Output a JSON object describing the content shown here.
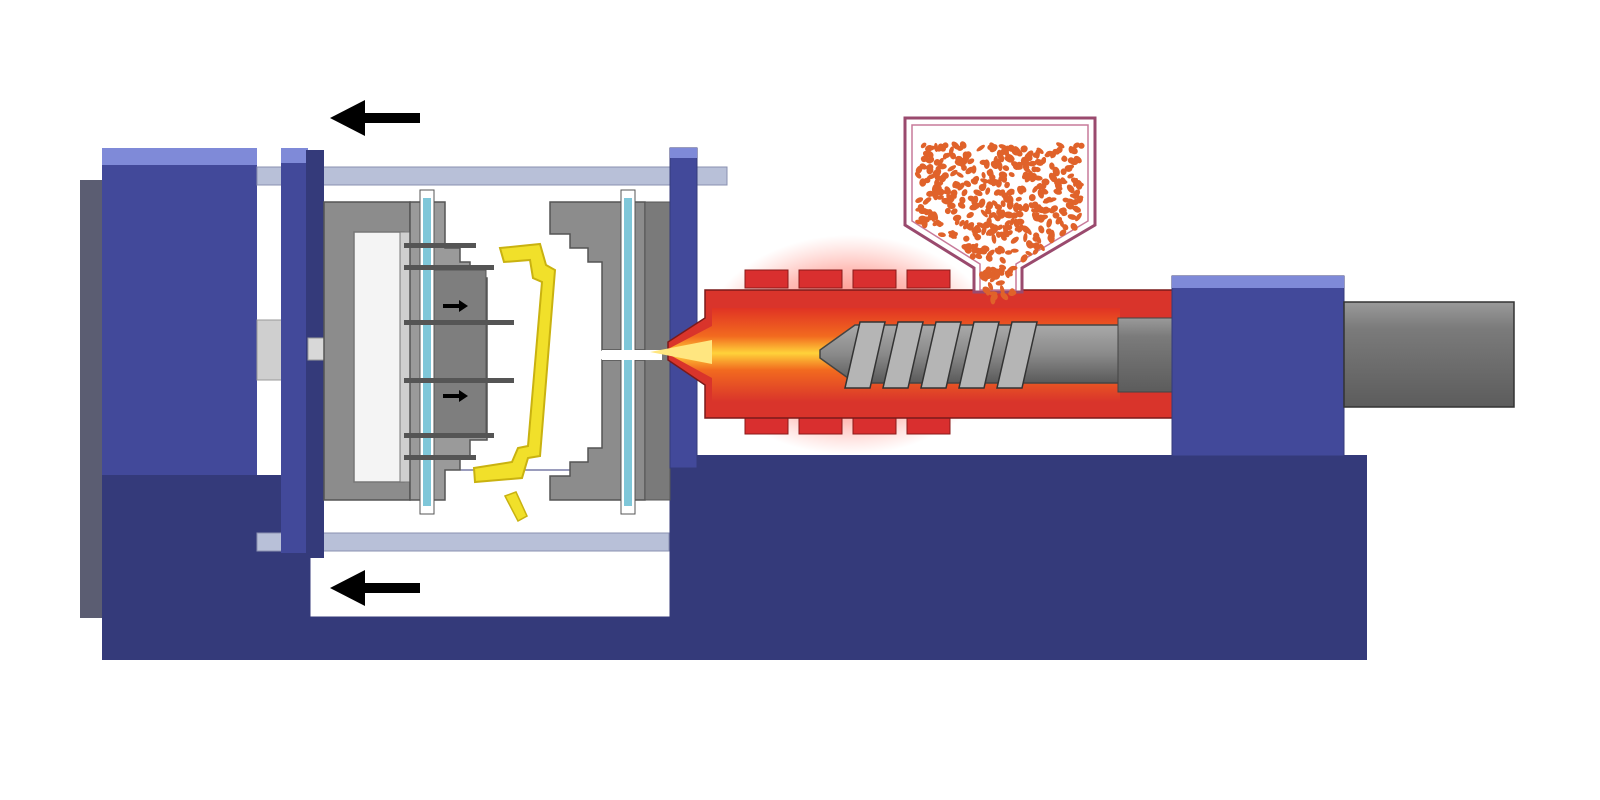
{
  "diagram": {
    "type": "injection-molding-machine",
    "state": "mold-open-ejecting-part",
    "arrows": {
      "clamp_top": "left",
      "clamp_bottom": "left",
      "ejector_rod": "right",
      "ejector_pin_upper": "right",
      "ejector_pin_lower": "right"
    },
    "parts": [
      "frame",
      "fixed-platen",
      "moving-platen",
      "tie-bars",
      "mold-core-half",
      "mold-cavity-half",
      "ejector-plate",
      "ejector-pins",
      "molded-part",
      "sprue",
      "nozzle",
      "barrel",
      "heater-bands",
      "screw",
      "hopper",
      "plastic-pellets",
      "drive-unit",
      "motor-shaft"
    ],
    "colors": {
      "frame": "#343a7a",
      "frame_light": "#42499a",
      "platen_highlight": "#7f8ad8",
      "tie_bar": "#b8c0d8",
      "mold": "#8c8c8c",
      "mold_dark": "#5e5e5e",
      "ejector_plate": "#f4f4f4",
      "ejector_pin": "#555555",
      "guide_rod": "#7fc7d9",
      "molded_part": "#f1e02a",
      "barrel_hot": "#d9342b",
      "heater_band": "#d92f2f",
      "melt_orange": "#f26a1f",
      "melt_yellow": "#ffd23a",
      "screw": "#8a8a8a",
      "hopper_outline": "#9a4a6e",
      "pellet": "#e0622a",
      "arrow": "#000000"
    }
  }
}
